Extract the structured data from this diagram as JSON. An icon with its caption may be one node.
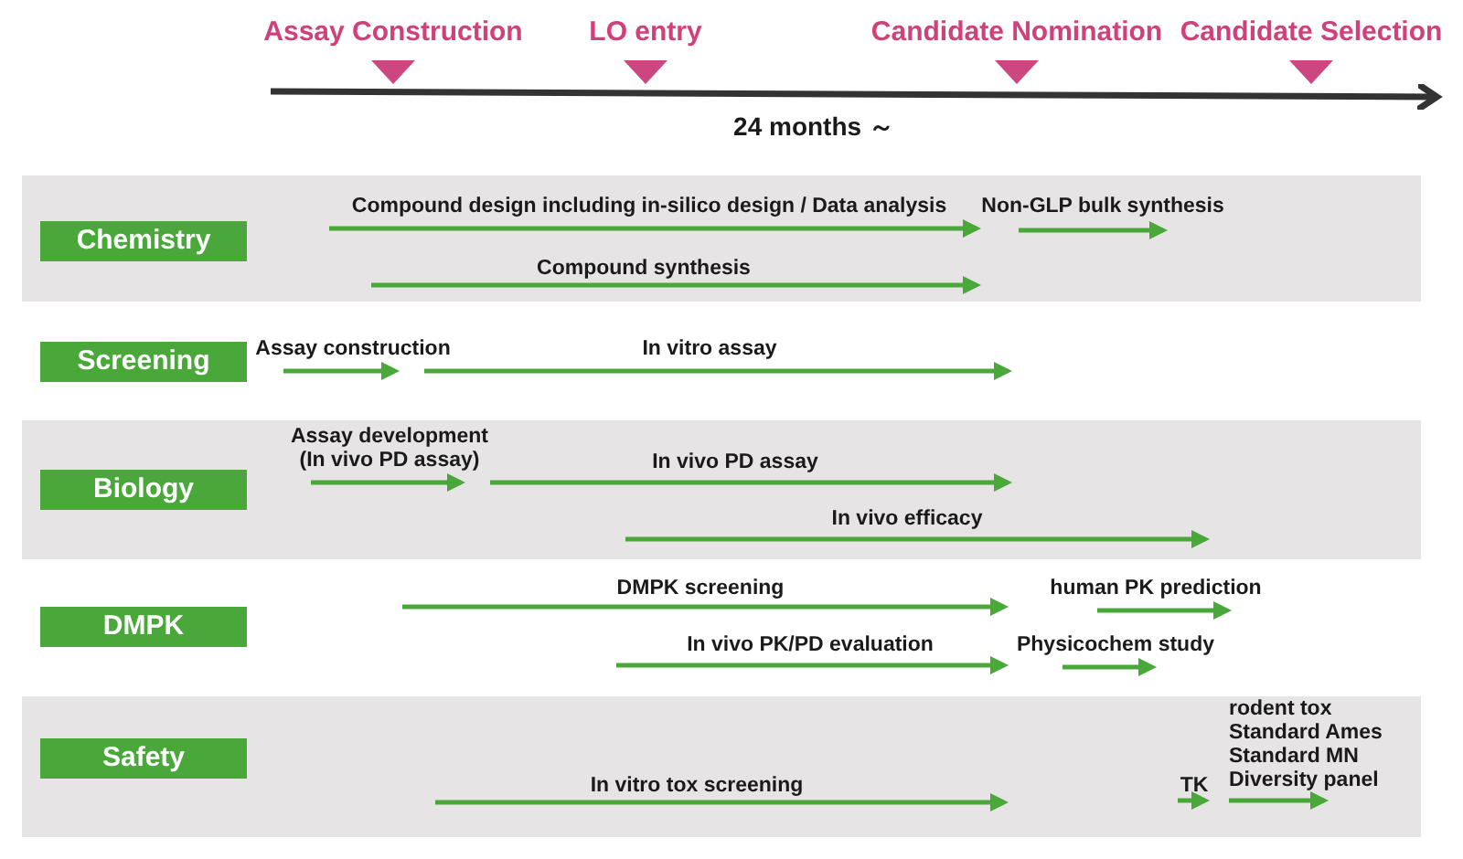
{
  "diagram": {
    "nodes": [
      {
        "text": [
          "Chemistry"
        ]
      },
      {
        "text": [
          "Screening"
        ]
      },
      {
        "text": [
          "Biology"
        ]
      },
      {
        "text": [
          "DMPK"
        ]
      },
      {
        "text": [
          "Safety"
        ]
      }
    ],
    "labels": [
      "Assay Construction",
      "LO entry",
      "Candidate Nomination",
      "Candidate Selection",
      "24 months ～",
      "Compound design including in-silico design / Data analysis",
      "Non-GLP bulk synthesis",
      "Compound synthesis",
      "Assay construction",
      "In vitro assay",
      "Assay development (In vivo PD assay)",
      "In vivo PD assay",
      "In vivo efficacy",
      "DMPK screening",
      "human PK prediction",
      "In vivo PK/PD evaluation",
      "Physicochem study",
      "In vitro tox screening",
      "TK",
      "rodent tox Standard Ames Standard MN Diversity panel"
    ]
  }
}
